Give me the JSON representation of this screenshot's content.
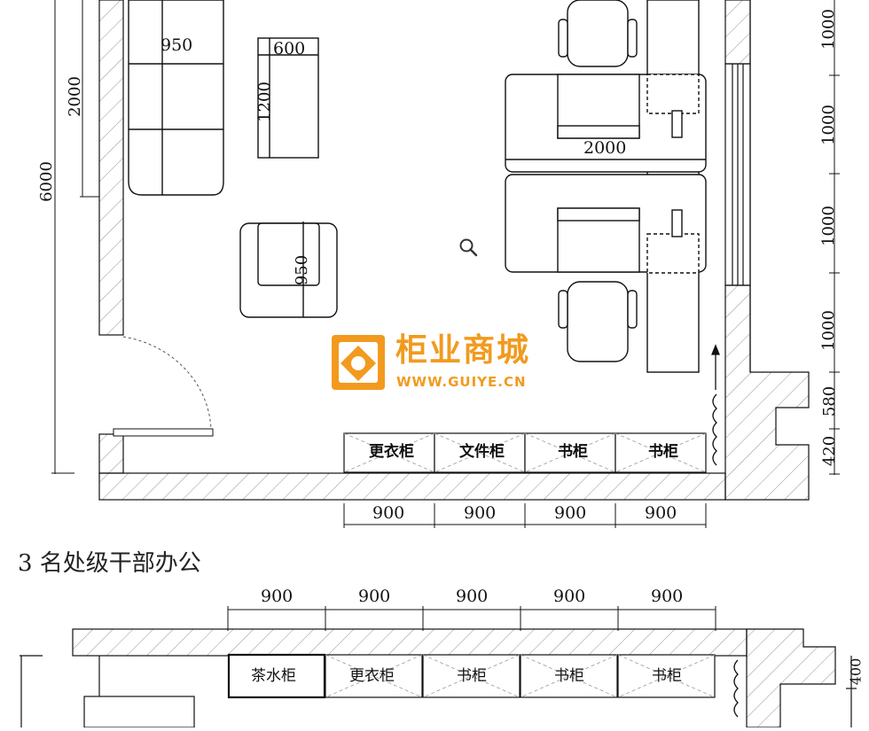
{
  "plan_top": {
    "dims": {
      "sofa_width": "950",
      "table_width": "600",
      "table_length": "1200",
      "wall_segment": "2000",
      "room_length": "6000",
      "armchair_width": "950",
      "desk_width": "2000",
      "right_1": "1000",
      "right_2": "1000",
      "right_3": "1000",
      "right_4": "1000",
      "right_5": "580",
      "right_6": "420",
      "bottom_1": "900",
      "bottom_2": "900",
      "bottom_3": "900",
      "bottom_4": "900"
    },
    "cabinets": [
      "更衣柜",
      "文件柜",
      "书柜",
      "书柜"
    ]
  },
  "caption": "3 名处级干部办公",
  "plan_bottom": {
    "dims": [
      "900",
      "900",
      "900",
      "900",
      "900"
    ],
    "right_dim": "400",
    "cabinets": [
      "茶水柜",
      "更衣柜",
      "书柜",
      "书柜",
      "书柜"
    ]
  },
  "watermark": {
    "name": "柜业商城",
    "url": "WWW.GUIYE.CN",
    "color": "#f29a1e"
  },
  "icons": {
    "zoom": "magnifier-icon",
    "logo": "logo-emblem-icon"
  }
}
